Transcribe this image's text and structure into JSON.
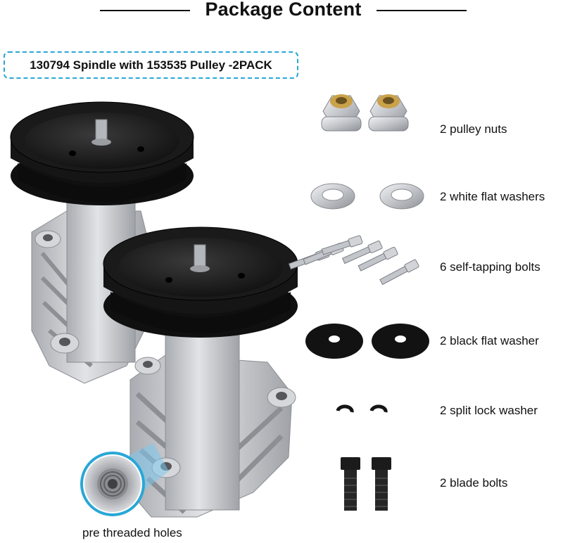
{
  "header": {
    "title": "Package Content"
  },
  "product": {
    "name": "130794 Spindle with 153535 Pulley -2PACK"
  },
  "items": [
    {
      "label": "2 pulley nuts",
      "icon": "pulley-nut-icon"
    },
    {
      "label": "2 white flat washers",
      "icon": "white-flat-washer-icon"
    },
    {
      "label": "6 self-tapping bolts",
      "icon": "self-tapping-bolt-icon"
    },
    {
      "label": "2 black flat washer",
      "icon": "black-flat-washer-icon"
    },
    {
      "label": "2 split lock washer",
      "icon": "split-lock-washer-icon"
    },
    {
      "label": "2 blade bolts",
      "icon": "blade-bolt-icon"
    }
  ],
  "callout": {
    "caption": "pre threaded holes"
  },
  "colors": {
    "accent_border": "#2aa7d6",
    "pulley": "#151515",
    "housing": "#c9cbcf",
    "hardware": "#b9bcc1"
  }
}
